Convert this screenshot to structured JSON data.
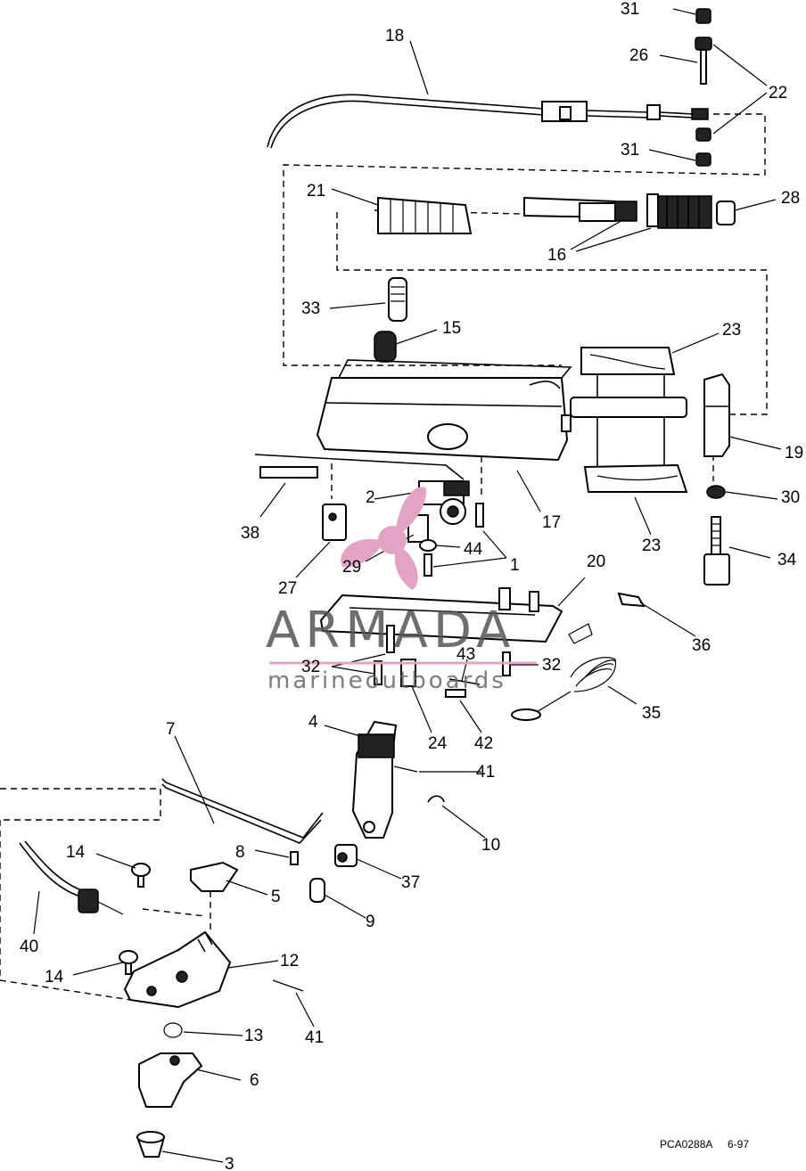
{
  "labels": {
    "l31a": "31",
    "l18": "18",
    "l26": "26",
    "l22": "22",
    "l31b": "31",
    "l21": "21",
    "l28": "28",
    "l16": "16",
    "l33": "33",
    "l15": "15",
    "l23a": "23",
    "l19": "19",
    "l17": "17",
    "l2": "2",
    "l38": "38",
    "l30": "30",
    "l23b": "23",
    "l44": "44",
    "l1": "1",
    "l27": "27",
    "l29": "29",
    "l34": "34",
    "l20": "20",
    "l36": "36",
    "l32a": "32",
    "l43": "43",
    "l32b": "32",
    "l35": "35",
    "l24": "24",
    "l42": "42",
    "l4": "4",
    "l7": "7",
    "l41a": "41",
    "l10": "10",
    "l14a": "14",
    "l8": "8",
    "l37": "37",
    "l5": "5",
    "l9": "9",
    "l40": "40",
    "l14b": "14",
    "l12": "12",
    "l41b": "41",
    "l13": "13",
    "l6": "6",
    "l3": "3"
  },
  "watermark": {
    "brand": "ARMADA",
    "tagline": "marineoutboards",
    "color": "#e3a3c4"
  },
  "footer": {
    "code": "PCA0288A",
    "date": "6-97"
  }
}
